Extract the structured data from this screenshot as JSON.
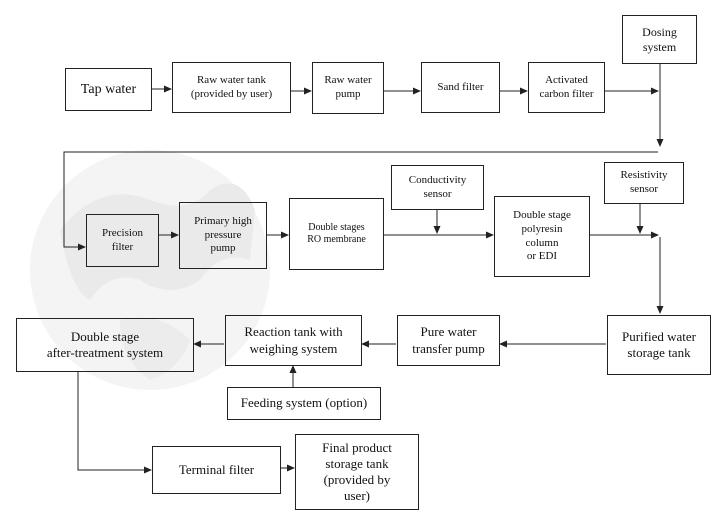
{
  "diagram": {
    "nodes": {
      "tap_water": "Tap water",
      "raw_water_tank": "Raw  water  tank\n(provided by user)",
      "raw_water_pump": "Raw water\npump",
      "sand_filter": "Sand filter",
      "activated_carbon_filter": "Activated\ncarbon filter",
      "dosing_system": "Dosing\nsystem",
      "precision_filter": "Precision\nfilter",
      "primary_high_pressure_pump": "Primary high\npressure\npump",
      "double_stages_ro_membrane": "Double stages\nRO membrane",
      "conductivity_sensor": "Conductivity\nsensor",
      "double_stage_polyresin_column_or_edi": "Double stage\npolyresin\ncolumn\nor      EDI",
      "resistivity_sensor": "Resistivity\nsensor",
      "purified_water_storage_tank": "Purified water\nstorage tank",
      "pure_water_transfer_pump": "Pure water\ntransfer pump",
      "reaction_tank_with_weighing_system": "Reaction tank with\nweighing system",
      "double_stage_after_treatment_system": "Double stage\nafter-treatment system",
      "feeding_system": "Feeding system (option)",
      "terminal_filter": "Terminal     filter",
      "final_product_storage_tank": "Final product\nstorage tank\n(provided by\nuser)"
    },
    "colors": {
      "line": "#222222",
      "box_border": "#222222",
      "text": "#111111",
      "watermark": "#f1f1f1"
    }
  }
}
